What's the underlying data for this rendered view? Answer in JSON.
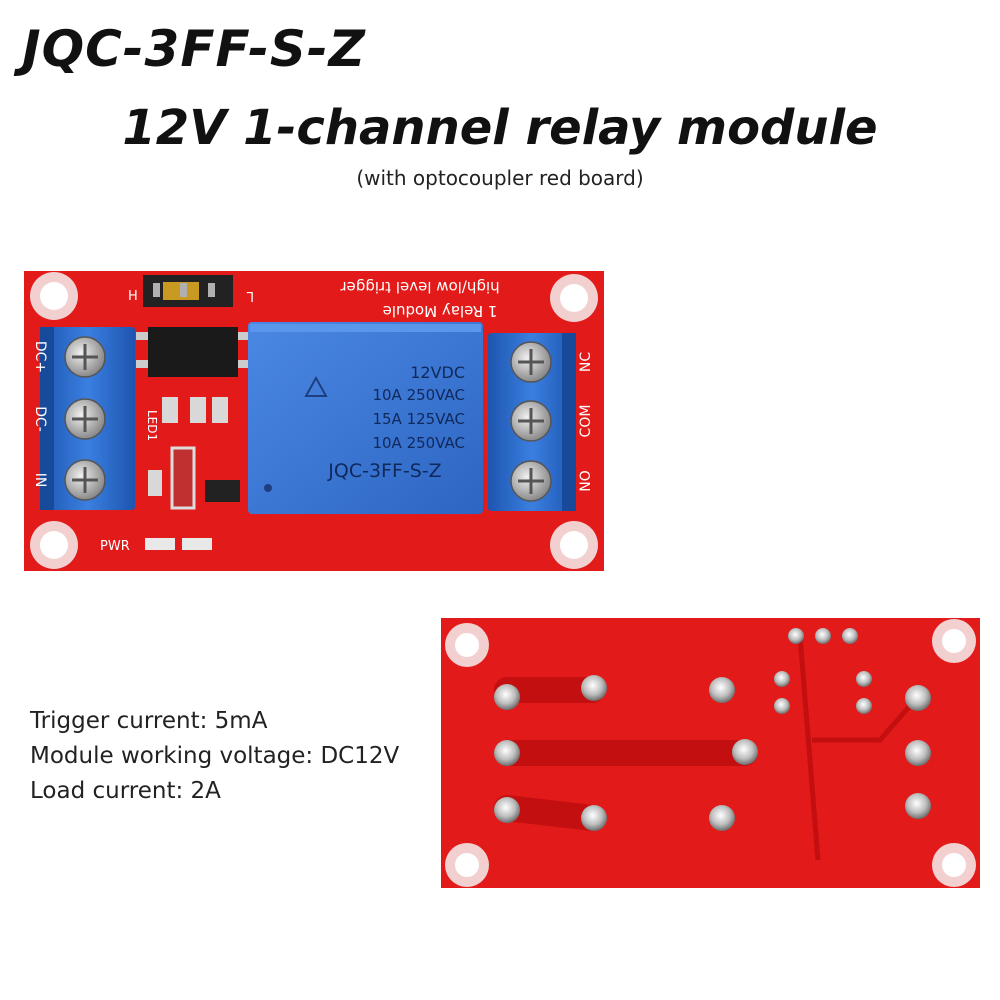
{
  "header": {
    "model": "JQC-3FF-S-Z",
    "title": "12V 1-channel relay module",
    "subtitle": "(with optocoupler red board)"
  },
  "board_front": {
    "trigger_label": "high/low level trigger",
    "module_label": "1 Relay Module",
    "jumper_h": "H",
    "jumper_l": "L",
    "left_pins": [
      "DC+",
      "DC-",
      "IN"
    ],
    "right_pins": [
      "NC",
      "COM",
      "NO"
    ],
    "relay_lines": [
      "12VDC",
      "10A 250VAC",
      "15A 125VAC",
      "10A 250VAC"
    ],
    "relay_model": "JQC-3FF-S-Z",
    "led1_label": "LED1",
    "pwr_label": "PWR",
    "colors": {
      "pcb": "#e01818",
      "terminal": "#2f6fd0",
      "relay": "#3a78d8"
    }
  },
  "specs": [
    "Trigger current: 5mA",
    "Module working voltage: DC12V",
    "Load current: 2A"
  ]
}
